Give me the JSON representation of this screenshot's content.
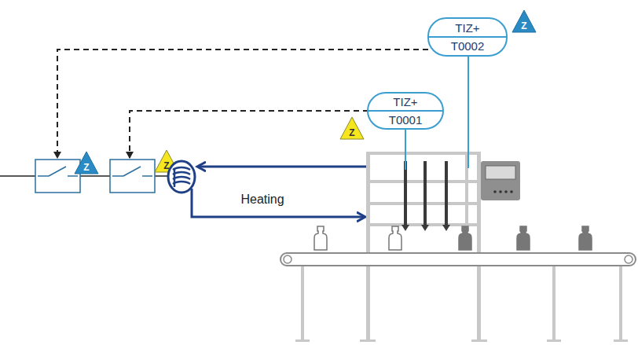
{
  "diagram": {
    "nodes": [
      {
        "text": [
          "TIZ+",
          "T0002"
        ]
      },
      {
        "text": [
          "TIZ+",
          "T0001"
        ]
      }
    ],
    "labels": [
      "Z",
      "Z",
      "Heating",
      "Z",
      "Z"
    ]
  }
}
